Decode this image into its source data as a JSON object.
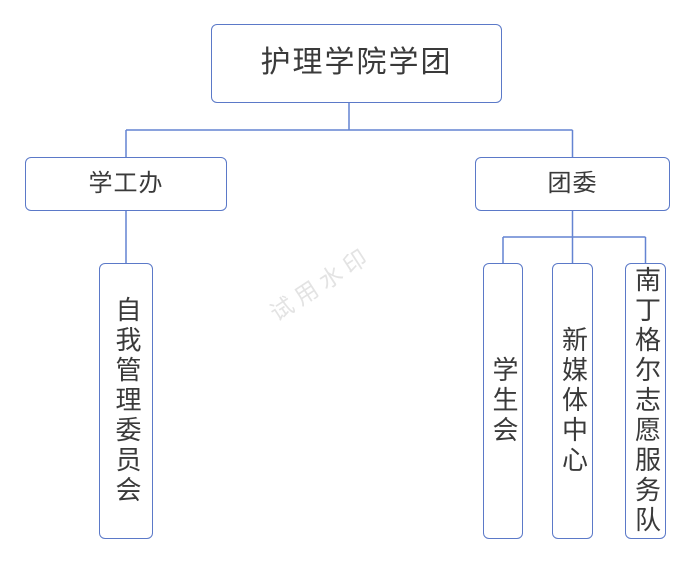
{
  "colors": {
    "node-border": "#5b79c8",
    "connector": "#6484d2",
    "node-text": "#3a3a3a",
    "watermark-text": "#e3e3e3",
    "canvas-bg": "#ffffff"
  },
  "watermark": {
    "text": "试用水印"
  },
  "org_chart": {
    "type": "organization-chart",
    "root": {
      "label": "护理学院学团"
    },
    "branches": [
      {
        "label": "学工办",
        "children": [
          {
            "label": "自我管理委员会"
          }
        ]
      },
      {
        "label": "团委",
        "children": [
          {
            "label": "学生会"
          },
          {
            "label": "新媒体中心"
          },
          {
            "label": "南丁格尔志愿服务队"
          }
        ]
      }
    ]
  }
}
